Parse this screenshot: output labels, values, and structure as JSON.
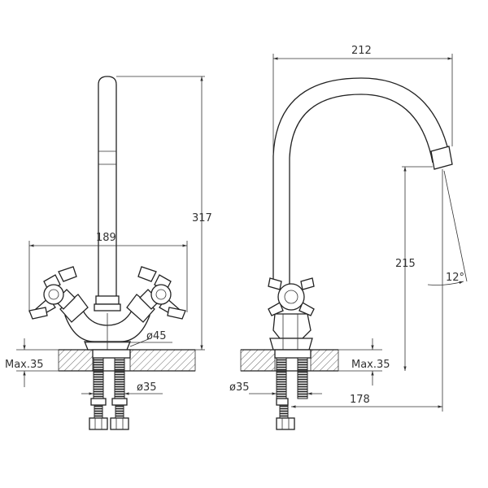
{
  "drawing": {
    "front_view": {
      "overall_height": "317",
      "handle_span": "189",
      "body_diameter": "ø45",
      "mount_diameter": "ø35",
      "max_counter_thickness": "Max.35"
    },
    "side_view": {
      "spout_reach": "212",
      "spout_height": "215",
      "spout_angle": "12°",
      "mount_diameter": "ø35",
      "max_counter_thickness": "Max.35",
      "base_to_outlet": "178"
    }
  }
}
